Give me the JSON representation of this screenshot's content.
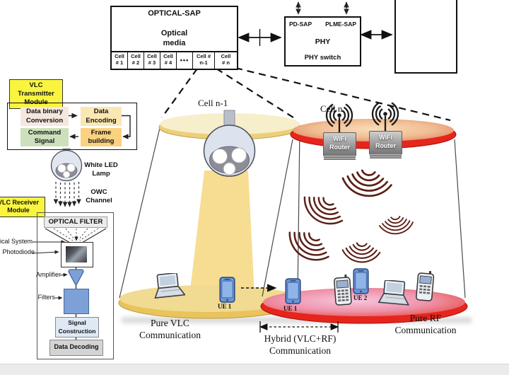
{
  "colors": {
    "label_yellow": "#f9f43e",
    "cell_red": "#e6251d",
    "beam_yellow": "#f4d77e",
    "phone_blue": "#6d96d8",
    "wave_maroon": "#5c2018",
    "disk_cream": "#f7eecb",
    "disk_tan": "#f1da92"
  },
  "sap": {
    "title": "OPTICAL-SAP",
    "media_line1": "Optical",
    "media_line2": "media",
    "dots": "•••",
    "cells": [
      {
        "top": "Cell",
        "bottom": "# 1"
      },
      {
        "top": "Cell",
        "bottom": "# 2"
      },
      {
        "top": "Cell",
        "bottom": "# 3"
      },
      {
        "top": "Cell",
        "bottom": "# 4"
      },
      {
        "top": "Cell #",
        "bottom": "n-1"
      },
      {
        "top": "Cell",
        "bottom": "# n"
      }
    ]
  },
  "phy": {
    "pd_sap": "PD-SAP",
    "plme_sap": "PLME-SAP",
    "name": "PHY",
    "switch_label": "PHY switch"
  },
  "transmitter": {
    "module_line1": "VLC Transmitter",
    "module_line2": "Module",
    "data_binary_1": "Data binary",
    "data_binary_2": "Conversion",
    "encoding_1": "Data",
    "encoding_2": "Encoding",
    "command_1": "Command",
    "command_2": "Signal",
    "frame_1": "Frame",
    "frame_2": "building",
    "lamp_1": "White LED",
    "lamp_2": "Lamp",
    "owc_1": "OWC",
    "owc_2": "Channel"
  },
  "receiver": {
    "module_line1": "VLC Receiver",
    "module_line2": "Module",
    "optical_filter": "OPTICAL FILTER",
    "optical_system": "Optical System",
    "photodiode": "Photodiode",
    "amplifier": "Amplifier",
    "filters": "Filters",
    "signal_1": "Signal",
    "signal_2": "Construction",
    "data_decoding": "Data Decoding"
  },
  "scene": {
    "cell_n1": "Cell n-1",
    "cell_n": "Cell n",
    "wifi_1": "WiFi",
    "wifi_2": "Router",
    "ue1_a": "UE 1",
    "ue1_b": "UE 1",
    "ue2": "UE 2",
    "pure_vlc_1": "Pure VLC",
    "pure_vlc_2": "Communication",
    "hybrid_1": "Hybrid (VLC+RF)",
    "hybrid_2": "Communication",
    "pure_rf_1": "Pure RF",
    "pure_rf_2": "Communication"
  }
}
